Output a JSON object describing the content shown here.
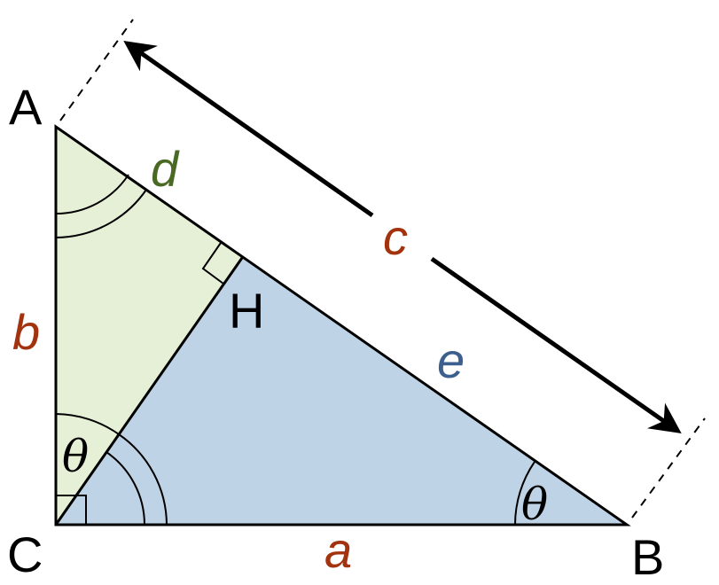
{
  "vertices": {
    "A": "A",
    "B": "B",
    "C": "C",
    "H": "H"
  },
  "sides": {
    "a": "a",
    "b": "b",
    "c": "c",
    "d": "d",
    "e": "e"
  },
  "angle_symbol": "θ",
  "colors": {
    "small_triangle_fill": "#e6f0d6",
    "large_triangle_fill": "#bfd3e6",
    "red_label": "#a3320e",
    "green_label": "#4a6a24",
    "blue_label": "#3c5f8e",
    "stroke": "#000000"
  }
}
